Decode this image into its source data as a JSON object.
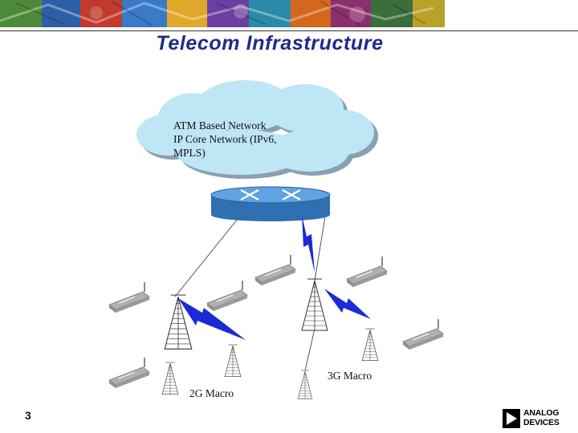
{
  "slide": {
    "title": "Telecom Infrastructure",
    "page_number": "3"
  },
  "cloud": {
    "lines": [
      "ATM Based Network",
      "IP Core Network (IPv6,",
      "MPLS)"
    ]
  },
  "labels": {
    "macro_3g": "3G Macro",
    "macro_2g": "2G Macro"
  },
  "logo": {
    "line1": "ANALOG",
    "line2": "DEVICES"
  },
  "colors": {
    "title": "#1f2a8a",
    "cloud": "#bfe6f5",
    "router": "#2f6fb3",
    "lightning": "#1a2bd6"
  },
  "icons": [
    "banner-collage",
    "network-cloud",
    "core-router-icon",
    "cell-tower-icon",
    "mobile-phone-icon",
    "lightning-link-icon",
    "analog-devices-logo-icon"
  ]
}
